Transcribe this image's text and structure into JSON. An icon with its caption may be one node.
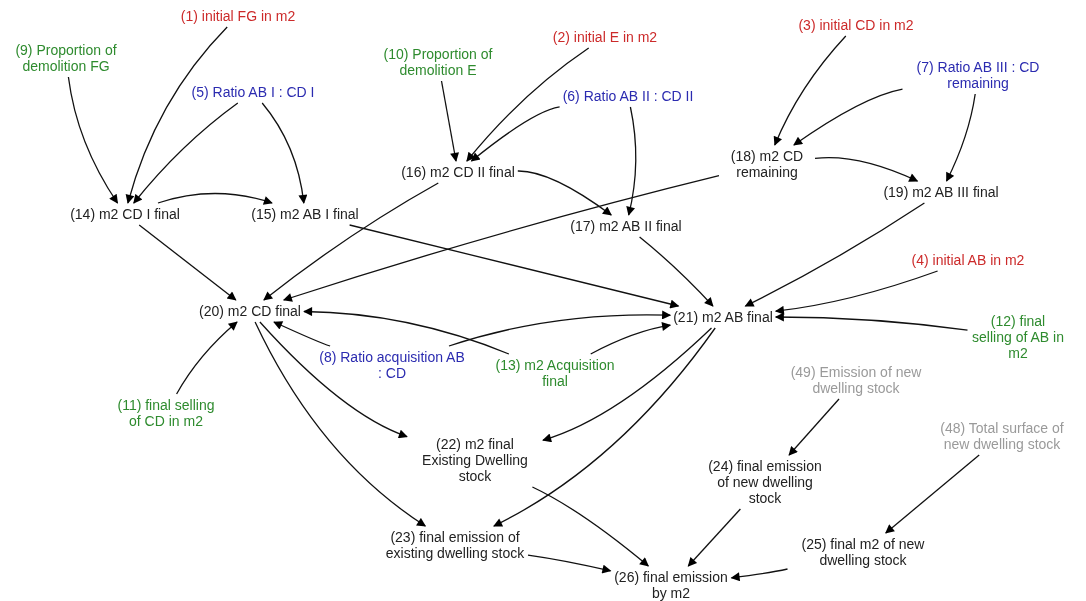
{
  "diagram": {
    "nodes": [
      {
        "text": [
          "(1) initial FG in m2"
        ]
      },
      {
        "text": [
          "(9) Proportion of demolition FG"
        ]
      },
      {
        "text": [
          "(5) Ratio AB I : CD I"
        ]
      },
      {
        "text": [
          "(10) Proportion of demolition E"
        ]
      },
      {
        "text": [
          "(2) initial E in m2"
        ]
      },
      {
        "text": [
          "(6) Ratio AB II : CD II"
        ]
      },
      {
        "text": [
          "(3) initial CD in m2"
        ]
      },
      {
        "text": [
          "(7) Ratio AB III : CD remaining"
        ]
      },
      {
        "text": [
          "(14) m2 CD I final"
        ]
      },
      {
        "text": [
          "(15) m2 AB I final"
        ]
      },
      {
        "text": [
          "(16) m2 CD II final"
        ]
      },
      {
        "text": [
          "(18) m2 CD remaining"
        ]
      },
      {
        "text": [
          "(19) m2 AB III final"
        ]
      },
      {
        "text": [
          "(17) m2 AB II final"
        ]
      },
      {
        "text": [
          "(4) initial AB in m2"
        ]
      },
      {
        "text": [
          "(20) m2 CD final"
        ]
      },
      {
        "text": [
          "(21) m2 AB final"
        ]
      },
      {
        "text": [
          "(12) final selling of AB in m2"
        ]
      },
      {
        "text": [
          "(8) Ratio acquisition AB : CD"
        ]
      },
      {
        "text": [
          "(13) m2 Acquisition final"
        ]
      },
      {
        "text": [
          "(11) final selling of CD in m2"
        ]
      },
      {
        "text": [
          "(49) Emission of new dwelling stock"
        ]
      },
      {
        "text": [
          "(48) Total surface of new dwelling stock"
        ]
      },
      {
        "text": [
          "(22) m2 final Existing Dwelling stock"
        ]
      },
      {
        "text": [
          "(24) final emission of new dwelling stock"
        ]
      },
      {
        "text": [
          "(23) final emission of existing dwelling stock"
        ]
      },
      {
        "text": [
          "(25) final m2 of new dwelling stock"
        ]
      },
      {
        "text": [
          "(26) final emission by m2"
        ]
      }
    ],
    "edges": [
      {
        "from": 0,
        "to": 8,
        "arrow": "to"
      },
      {
        "from": 1,
        "to": 8,
        "arrow": "to"
      },
      {
        "from": 2,
        "to": 8,
        "arrow": "to"
      },
      {
        "from": 2,
        "to": 9,
        "arrow": "to"
      },
      {
        "from": 8,
        "to": 9,
        "arrow": "to"
      },
      {
        "from": 3,
        "to": 10,
        "arrow": "to"
      },
      {
        "from": 4,
        "to": 10,
        "arrow": "to"
      },
      {
        "from": 5,
        "to": 10,
        "arrow": "to"
      },
      {
        "from": 5,
        "to": 13,
        "arrow": "to"
      },
      {
        "from": 10,
        "to": 13,
        "arrow": "to"
      },
      {
        "from": 6,
        "to": 11,
        "arrow": "to"
      },
      {
        "from": 7,
        "to": 11,
        "arrow": "to"
      },
      {
        "from": 11,
        "to": 12,
        "arrow": "to"
      },
      {
        "from": 7,
        "to": 12,
        "arrow": "to"
      },
      {
        "from": 8,
        "to": 15,
        "arrow": "to"
      },
      {
        "from": 9,
        "to": 16,
        "arrow": "to"
      },
      {
        "from": 10,
        "to": 15,
        "arrow": "to"
      },
      {
        "from": 11,
        "to": 15,
        "arrow": "to"
      },
      {
        "from": 13,
        "to": 16,
        "arrow": "to"
      },
      {
        "from": 12,
        "to": 16,
        "arrow": "to"
      },
      {
        "from": 14,
        "to": 16,
        "arrow": "to"
      },
      {
        "from": 17,
        "to": 16,
        "arrow": "to"
      },
      {
        "from": 18,
        "to": 15,
        "arrow": "to"
      },
      {
        "from": 19,
        "to": 15,
        "arrow": "to"
      },
      {
        "from": 18,
        "to": 16,
        "arrow": "to"
      },
      {
        "from": 19,
        "to": 16,
        "arrow": "to"
      },
      {
        "from": 20,
        "to": 15,
        "arrow": "to"
      },
      {
        "from": 15,
        "to": 23,
        "arrow": "to"
      },
      {
        "from": 15,
        "to": 25,
        "arrow": "to"
      },
      {
        "from": 16,
        "to": 23,
        "arrow": "to"
      },
      {
        "from": 16,
        "to": 25,
        "arrow": "to"
      },
      {
        "from": 23,
        "to": 27,
        "arrow": "to"
      },
      {
        "from": 25,
        "to": 27,
        "arrow": "to"
      },
      {
        "from": 21,
        "to": 24,
        "arrow": "to"
      },
      {
        "from": 24,
        "to": 27,
        "arrow": "to"
      },
      {
        "from": 22,
        "to": 26,
        "arrow": "to"
      },
      {
        "from": 26,
        "to": 27,
        "arrow": "to"
      }
    ]
  }
}
